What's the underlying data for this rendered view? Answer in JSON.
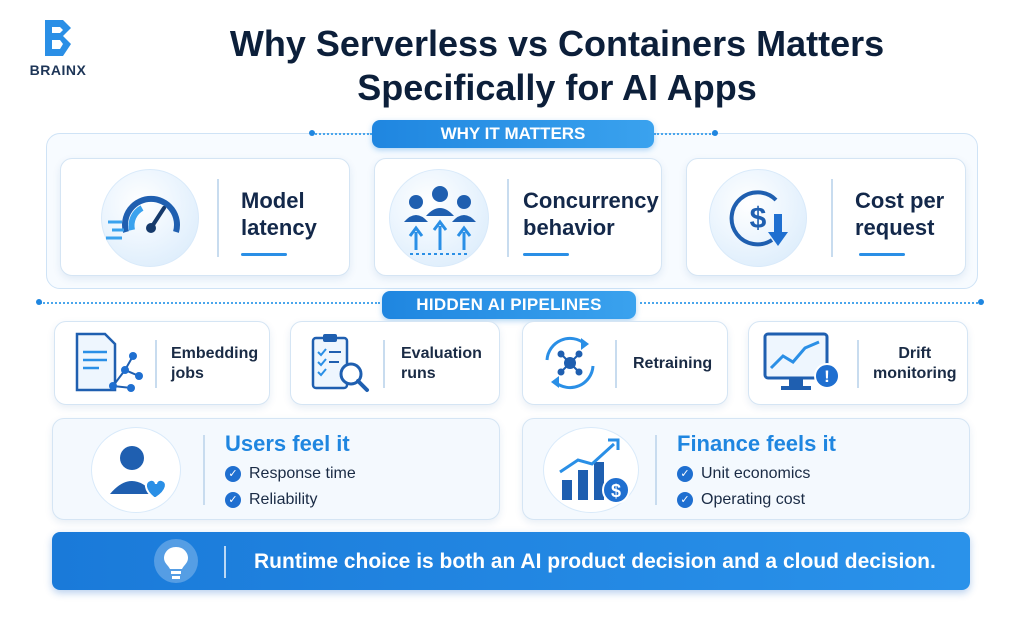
{
  "brand": {
    "logo_text": "BRAINX"
  },
  "title": {
    "line1": "Why Serverless vs Containers Matters",
    "line2": "Specifically for AI Apps"
  },
  "section_why": {
    "label": "WHY IT MATTERS",
    "cards": [
      {
        "line1": "Model",
        "line2": "latency",
        "icon": "speedometer-icon"
      },
      {
        "line1": "Concurrency",
        "line2": "behavior",
        "icon": "users-arrows-icon"
      },
      {
        "line1": "Cost per",
        "line2": "request",
        "icon": "dollar-down-icon"
      }
    ]
  },
  "section_hidden": {
    "label": "HIDDEN AI PIPELINES",
    "cards": [
      {
        "line1": "Embedding",
        "line2": "jobs",
        "icon": "document-network-icon"
      },
      {
        "line1": "Evaluation",
        "line2": "runs",
        "icon": "checklist-magnifier-icon"
      },
      {
        "line1": "Retraining",
        "line2": "",
        "icon": "retrain-cycle-icon"
      },
      {
        "line1": "Drift",
        "line2": "monitoring",
        "icon": "monitor-alert-icon"
      }
    ]
  },
  "users": {
    "title": "Users feel it",
    "items": [
      "Response time",
      "Reliability"
    ],
    "icon": "user-heart-icon"
  },
  "finance": {
    "title": "Finance feels it",
    "items": [
      "Unit economics",
      "Operating cost"
    ],
    "icon": "chart-dollar-icon"
  },
  "banner": {
    "text": "Runtime choice is both an AI product decision and  a cloud decision.",
    "icon": "lightbulb-icon"
  },
  "colors": {
    "accent": "#1f86e0",
    "dark": "#0c1f3a",
    "banner": "#1a7ad9"
  }
}
